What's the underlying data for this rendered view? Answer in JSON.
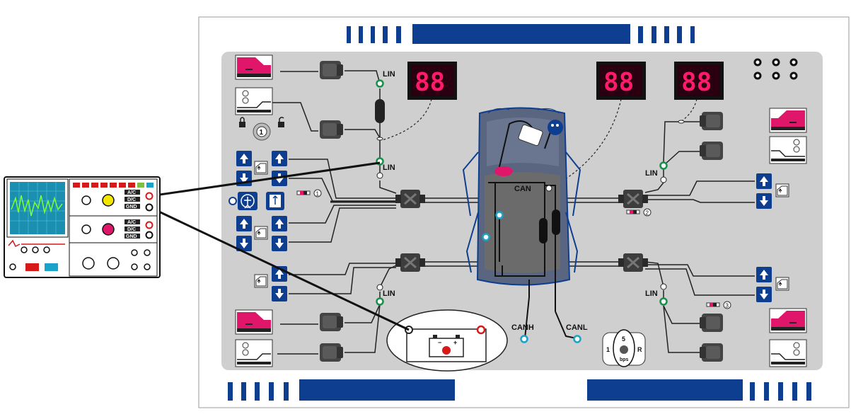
{
  "labels": {
    "lin": "LIN",
    "can": "CAN",
    "canh": "CANH",
    "canl": "CANL"
  },
  "displays": {
    "left": "88",
    "center": "88",
    "right": "88"
  },
  "selector": {
    "value": "5",
    "left": "1",
    "right": "R",
    "unit": "bps"
  },
  "markers": {
    "m1": "1",
    "m2": "2",
    "m3": "3"
  },
  "battery": {
    "minus": "−",
    "plus": "+"
  },
  "scope_buttons": {
    "ac": "A/C",
    "dc": "D/C",
    "gnd": "GND"
  },
  "key_position": "1",
  "colors": {
    "board_blue": "#0e3e8f",
    "panel_gray": "#cfcfcf",
    "accent_pink": "#e0166b",
    "seg_red": "#ff1a6a",
    "lin_green": "#1a8f4a",
    "can_cyan": "#1aa3c8"
  }
}
